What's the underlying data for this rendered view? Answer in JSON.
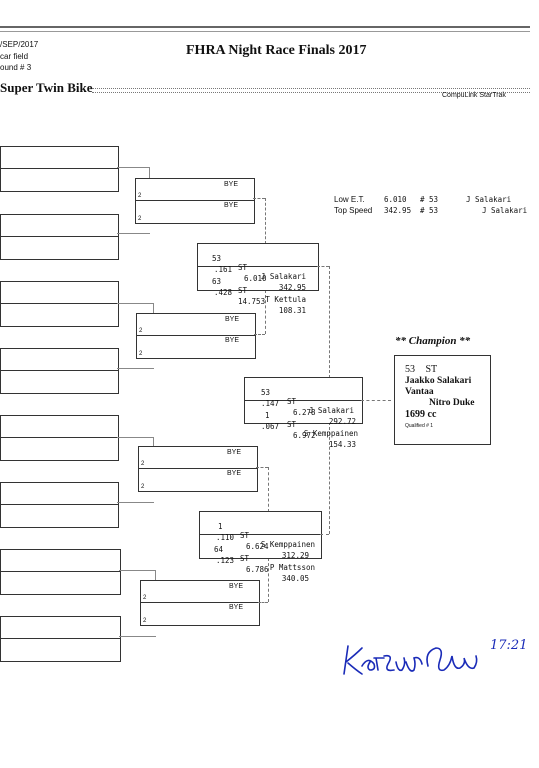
{
  "header": {
    "date": "/SEP/2017",
    "field": "car field",
    "round": "ound # 3",
    "title": "FHRA Night Race Finals 2017",
    "class_name": "Super Twin Bike",
    "software": "CompuLink StarTrak"
  },
  "records": {
    "low_et": {
      "label": "Low  E.T.",
      "value": "6.010",
      "num": "# 53",
      "driver": "J Salakari"
    },
    "top_speed": {
      "label": "Top Speed",
      "value": "342.95",
      "num": "# 53",
      "driver": "J Salakari"
    }
  },
  "round1_lane": "2",
  "byes": [
    {
      "top": "BYE",
      "bottom": "BYE"
    },
    {
      "top": "BYE",
      "bottom": "BYE"
    },
    {
      "top": "BYE",
      "bottom": "BYE"
    },
    {
      "top": "BYE",
      "bottom": "BYE"
    }
  ],
  "semis": [
    {
      "top": {
        "num": "53",
        "cls": "ST",
        "name": "J Salakari",
        "rt": ".161",
        "et": "6.010",
        "mph": "342.95"
      },
      "bottom": {
        "num": "63",
        "cls": "ST",
        "name": "T Kettula",
        "rt": ".428",
        "et": "14.753",
        "mph": "108.31"
      }
    },
    {
      "top": {
        "num": "1",
        "cls": "ST",
        "name": "S Kemppainen",
        "rt": ".110",
        "et": "6.624",
        "mph": "312.29"
      },
      "bottom": {
        "num": "64",
        "cls": "ST",
        "name": "P Mattsson",
        "rt": ".123",
        "et": "6.786",
        "mph": "340.05"
      }
    }
  ],
  "final": {
    "top": {
      "num": "53",
      "cls": "ST",
      "name": "J Salakari",
      "rt": ".147",
      "et": "6.278",
      "mph": "292.72"
    },
    "bottom": {
      "num": "1",
      "cls": "ST",
      "name": "S Kemppainen",
      "rt": ".067",
      "et": "6.972",
      "mph": "154.33"
    }
  },
  "champion": {
    "heading": "** Champion **",
    "num": "53",
    "cls": "ST",
    "name": "Jaakko Salakari",
    "city": "Vantaa",
    "bike": "Nitro Duke",
    "cc": "1699 cc",
    "qualified": "Qualified # 1"
  },
  "signature": {
    "time": "17:21"
  }
}
